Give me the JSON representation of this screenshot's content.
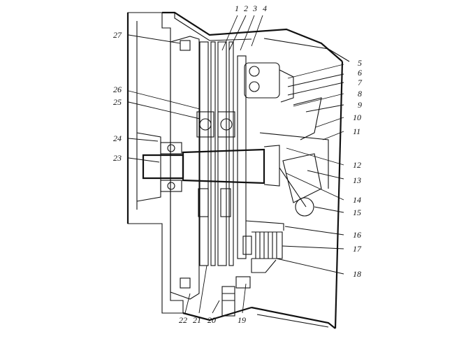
{
  "labels": [
    "1",
    "2",
    "3",
    "4",
    "5",
    "6",
    "7",
    "8",
    "9",
    "10",
    "11",
    "12",
    "13",
    "14",
    "15",
    "16",
    "17",
    "18",
    "19",
    "20",
    "21",
    "22",
    "23",
    "24",
    "25",
    "26",
    "27"
  ],
  "colors": {
    "ink": "#111111",
    "paper": "#ffffff"
  }
}
